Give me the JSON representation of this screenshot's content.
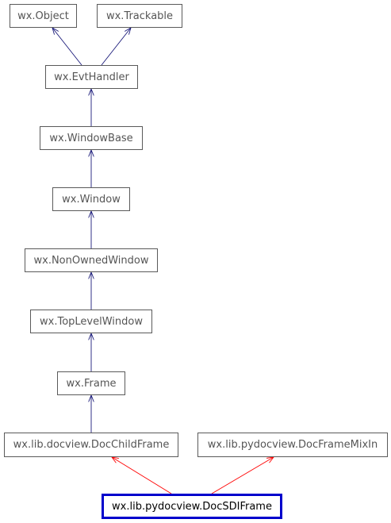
{
  "colors": {
    "inherit_arrow": "#1a1a7a",
    "mixin_arrow": "#ff0000",
    "focus_border": "#0000cc"
  },
  "nodes": {
    "object": "wx.Object",
    "trackable": "wx.Trackable",
    "evthandler": "wx.EvtHandler",
    "windowbase": "wx.WindowBase",
    "window": "wx.Window",
    "nonownedwindow": "wx.NonOwnedWindow",
    "toplevelwindow": "wx.TopLevelWindow",
    "frame": "wx.Frame",
    "docchildframe": "wx.lib.docview.DocChildFrame",
    "docframemixin": "wx.lib.pydocview.DocFrameMixIn",
    "docsdiframe": "wx.lib.pydocview.DocSDIFrame"
  },
  "edges": [
    {
      "from": "evthandler",
      "to": "object",
      "kind": "inherit"
    },
    {
      "from": "evthandler",
      "to": "trackable",
      "kind": "inherit"
    },
    {
      "from": "windowbase",
      "to": "evthandler",
      "kind": "inherit"
    },
    {
      "from": "window",
      "to": "windowbase",
      "kind": "inherit"
    },
    {
      "from": "nonownedwindow",
      "to": "window",
      "kind": "inherit"
    },
    {
      "from": "toplevelwindow",
      "to": "nonownedwindow",
      "kind": "inherit"
    },
    {
      "from": "frame",
      "to": "toplevelwindow",
      "kind": "inherit"
    },
    {
      "from": "docchildframe",
      "to": "frame",
      "kind": "inherit"
    },
    {
      "from": "docsdiframe",
      "to": "docchildframe",
      "kind": "mixin"
    },
    {
      "from": "docsdiframe",
      "to": "docframemixin",
      "kind": "mixin"
    }
  ]
}
